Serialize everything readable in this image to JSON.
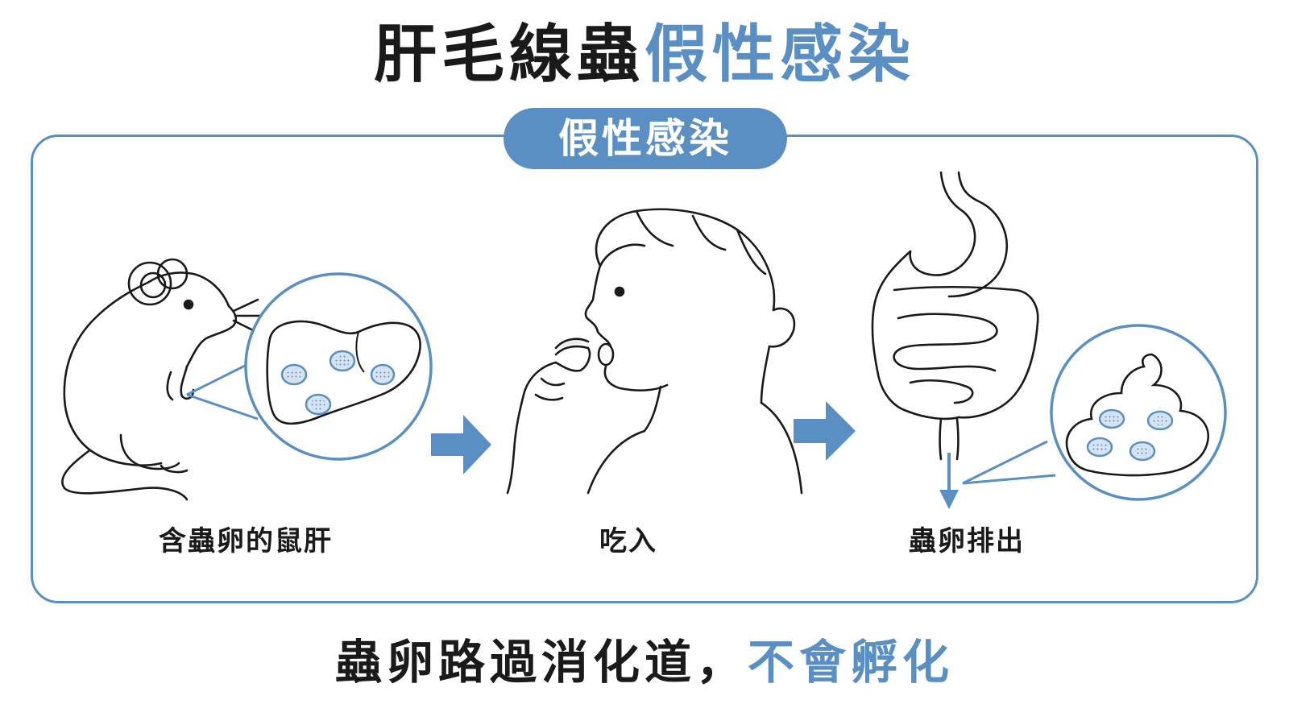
{
  "title": {
    "main": "肝毛線蟲",
    "accent": "假性感染"
  },
  "badge": {
    "label": "假性感染"
  },
  "steps": [
    {
      "label": "含蟲卵的鼠肝"
    },
    {
      "label": "吃入"
    },
    {
      "label": "蟲卵排出"
    }
  ],
  "footer": {
    "main": "蟲卵路過消化道，",
    "accent": "不會孵化"
  },
  "colors": {
    "accent": "#5a8fc3",
    "text": "#1a1a1a",
    "egg_fill": "#d6e4f2"
  },
  "icons": [
    "rat-icon",
    "liver-icon",
    "arrow-right-icon",
    "child-eating-icon",
    "digestive-tract-icon",
    "feces-icon",
    "arrow-down-icon"
  ]
}
